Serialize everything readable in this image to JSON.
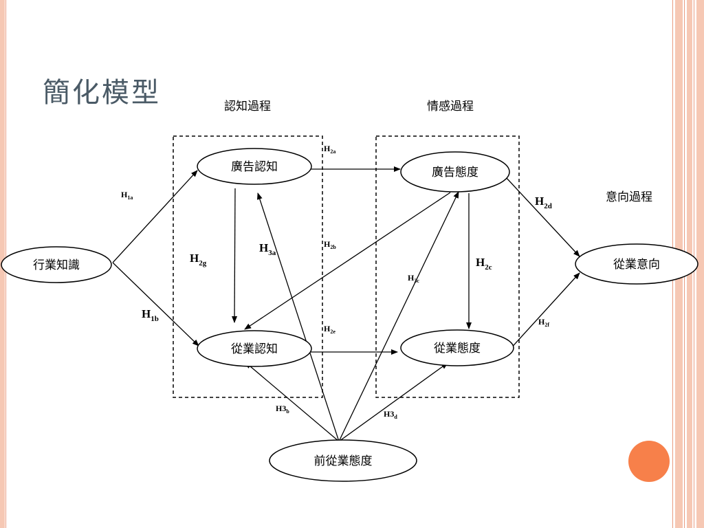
{
  "slide": {
    "title": "簡化模型"
  },
  "groups": {
    "cognitive": "認知過程",
    "affective": "情感過程",
    "intention": "意向過程"
  },
  "nodes": {
    "industry_knowledge": "行業知識",
    "ad_cognition": "廣告認知",
    "ad_attitude": "廣告態度",
    "career_cognition": "從業認知",
    "career_attitude": "從業態度",
    "career_intention": "從業意向",
    "prior_career_attitude": "前從業態度"
  },
  "hypotheses": {
    "h1a": {
      "main": "H",
      "sub": "1a"
    },
    "h1b": {
      "main": "H",
      "sub": "1b"
    },
    "h2a": {
      "main": "H",
      "sub": "2a"
    },
    "h2b": {
      "main": "H",
      "sub": "2b"
    },
    "h2c": {
      "main": "H",
      "sub": "2c"
    },
    "h2d": {
      "main": "H",
      "sub": "2d"
    },
    "h2e": {
      "main": "H",
      "sub": "2e"
    },
    "h2f": {
      "main": "H",
      "sub": "2f"
    },
    "h2g": {
      "main": "H",
      "sub": "2g"
    },
    "h3a": {
      "main": "H",
      "sub": "3a"
    },
    "h3b": {
      "main": "H3",
      "sub": "b"
    },
    "h3c": {
      "main": "H",
      "sub": "3c"
    },
    "h3d": {
      "main": "H3",
      "sub": "d"
    }
  },
  "colors": {
    "title": "#4a5a66",
    "accent_orange": "#f7804a",
    "frame_peach": "#f6c8b4",
    "line": "#000000"
  }
}
